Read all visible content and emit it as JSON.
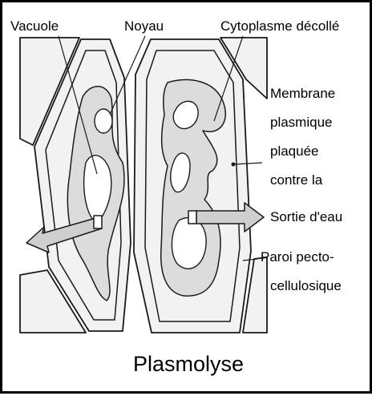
{
  "labels": {
    "vacuole": "Vacuole",
    "noyau": "Noyau",
    "cytoplasme": "Cytoplasme décollé",
    "membrane": [
      "Membrane",
      "plasmique",
      "plaquée",
      "contre la"
    ],
    "sortie": "Sortie d'eau",
    "paroi": [
      "Paroi pecto-",
      "cellulosique"
    ]
  },
  "caption": "Plasmolyse",
  "colors": {
    "outline": "#1a1a1a",
    "wall_fill": "#f2f2f2",
    "cytoplasm_fill": "#dcdcdc",
    "arrow_fill": "#cfcfcf"
  }
}
